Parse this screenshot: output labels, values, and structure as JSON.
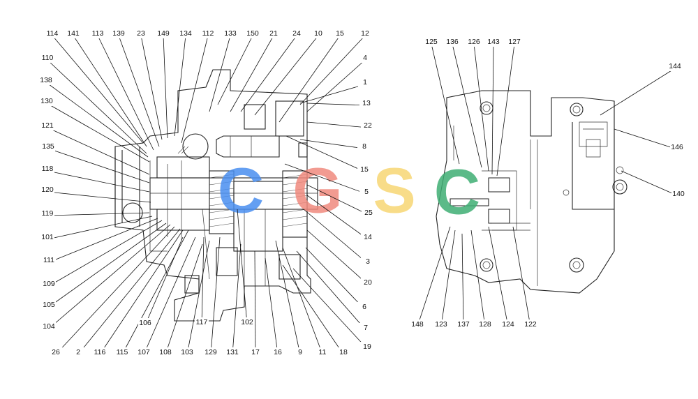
{
  "left_view": {
    "callouts": [
      {
        "text": "114"
      },
      {
        "text": "141"
      },
      {
        "text": "113"
      },
      {
        "text": "139"
      },
      {
        "text": "23"
      },
      {
        "text": "149"
      },
      {
        "text": "134"
      },
      {
        "text": "112"
      },
      {
        "text": "133"
      },
      {
        "text": "150"
      },
      {
        "text": "21"
      },
      {
        "text": "24"
      },
      {
        "text": "10"
      },
      {
        "text": "15"
      },
      {
        "text": "12"
      },
      {
        "text": "4"
      },
      {
        "text": "1"
      },
      {
        "text": "13"
      },
      {
        "text": "22"
      },
      {
        "text": "8"
      },
      {
        "text": "15"
      },
      {
        "text": "5"
      },
      {
        "text": "25"
      },
      {
        "text": "14"
      },
      {
        "text": "3"
      },
      {
        "text": "20"
      },
      {
        "text": "6"
      },
      {
        "text": "7"
      },
      {
        "text": "19"
      },
      {
        "text": "18"
      },
      {
        "text": "11"
      },
      {
        "text": "9"
      },
      {
        "text": "16"
      },
      {
        "text": "17"
      },
      {
        "text": "131"
      },
      {
        "text": "129"
      },
      {
        "text": "103"
      },
      {
        "text": "108"
      },
      {
        "text": "107"
      },
      {
        "text": "115"
      },
      {
        "text": "116"
      },
      {
        "text": "2"
      },
      {
        "text": "26"
      },
      {
        "text": "106"
      },
      {
        "text": "117"
      },
      {
        "text": "102"
      },
      {
        "text": "110"
      },
      {
        "text": "138"
      },
      {
        "text": "130"
      },
      {
        "text": "121"
      },
      {
        "text": "135"
      },
      {
        "text": "118"
      },
      {
        "text": "120"
      },
      {
        "text": "119"
      },
      {
        "text": "101"
      },
      {
        "text": "111"
      },
      {
        "text": "109"
      },
      {
        "text": "105"
      },
      {
        "text": "104"
      }
    ]
  },
  "right_view": {
    "callouts": [
      {
        "text": "125"
      },
      {
        "text": "136"
      },
      {
        "text": "126"
      },
      {
        "text": "143"
      },
      {
        "text": "127"
      },
      {
        "text": "144"
      },
      {
        "text": "146"
      },
      {
        "text": "140"
      },
      {
        "text": "148"
      },
      {
        "text": "123"
      },
      {
        "text": "137"
      },
      {
        "text": "128"
      },
      {
        "text": "124"
      },
      {
        "text": "122"
      }
    ]
  },
  "watermark": {
    "letters": [
      "C",
      "G",
      "S",
      "C"
    ],
    "colors": [
      "#4a8ff0",
      "#f08a7e",
      "#f7d774",
      "#3fae74"
    ]
  }
}
